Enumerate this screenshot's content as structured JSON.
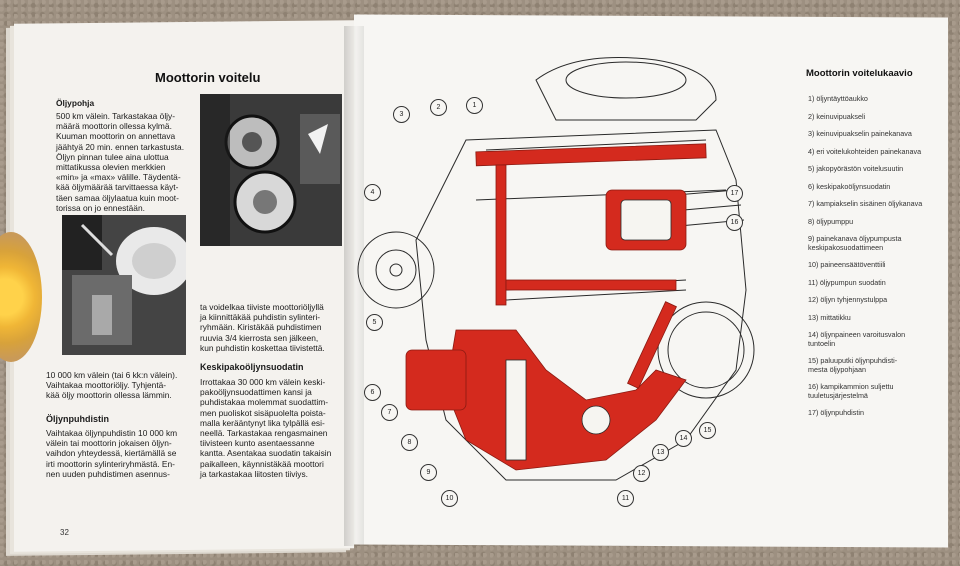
{
  "left_page": {
    "title": "Moottorin voitelu",
    "sections": {
      "oljypohja_heading": "Öljypohja",
      "oljypohja_body_lines": [
        "500 km välein. Tarkastakaa öljy-",
        "määrä moottorin ollessa kylmä.",
        "Kuuman moottorin on annettava",
        "jäähtyä 20 min. ennen tarkastusta.",
        "Öljyn pinnan tulee aina ulottua",
        "mittatikussa olevien merkkien",
        "«min» ja «max» välille. Täydentä-",
        "kää öljymäärää tarvittaessa käyt-",
        "täen samaa öljylaatua kuin moot-",
        "torissa on jo ennestään."
      ],
      "ten_thousand_lines": [
        "10 000 km välein (tai 6 kk:n välein).",
        "Vaihtakaa moottoriöljy. Tyhjentä-",
        "kää öljy moottorin ollessa lämmin."
      ],
      "oljynpuhdistin_heading": "Öljynpuhdistin",
      "oljynpuhdistin_lines": [
        "Vaihtakaa öljynpuhdistin 10 000 km",
        "välein tai moottorin jokaisen öljyn-",
        "vaihdon yhteydessä, kiertämällä se",
        "irti moottorin sylinteriryhmästä. En-",
        "nen uuden puhdistimen asennus-"
      ],
      "continued_lines": [
        "ta voidelkaa tiiviste moottoriöljyllä",
        "ja kiinnittäkää puhdistin sylinteri-",
        "ryhmään. Kiristäkää puhdistimen",
        "ruuvia 3/4 kierrosta sen jälkeen,",
        "kun puhdistin koskettaa tiivistettä."
      ],
      "keski_heading": "Keskipakoöljynsuodatin",
      "keski_lines": [
        "Irrottakaa 30 000 km välein keski-",
        "pakoöljynsuodattimen kansi ja",
        "puhdistakaa molemmat suodattim-",
        "men puoliskot sisäpuolelta poista-",
        "malla kerääntynyt lika tylpällä esi-",
        "neellä. Tarkastakaa rengasmainen",
        "tiivisteen kunto asentaessanne",
        "kantta. Asentakaa suodatin takaisin",
        "paikalleen, käynnistäkää moottori",
        "ja tarkastakaa liitosten tiiviys."
      ]
    },
    "page_number": "32"
  },
  "right_page": {
    "title": "Moottorin voitelukaavio",
    "legend": [
      "1) öljyntäyttöaukko",
      "2) keinuvipuakseli",
      "3) keinuvipuakselin painekanava",
      "4) eri voitelukohteiden painekanava",
      "5) jakopyörästön voitelusuutin",
      "6) keskipakoöljynsuodatin",
      "7) kampiakselin sisäinen öljykanava",
      "8) öljypumppu",
      "9) painekanava öljypumpusta\nkeskipakosuodattimeen",
      "10) paineensäätöventtiili",
      "11) öljypumpun suodatin",
      "12) öljyn tyhjennystulppa",
      "13) mittatikku",
      "14) öljynpaineen varoitusvalon\ntuntoelin",
      "15) paluuputki öljynpuhdisti-\nmesta öljypohjaan",
      "16) kampikammion suljettu\ntuuletusjärjestelmä",
      "17) öljynpuhdistin"
    ],
    "callouts": [
      "1",
      "2",
      "3",
      "4",
      "5",
      "6",
      "7",
      "8",
      "9",
      "10",
      "11",
      "12",
      "13",
      "14",
      "15",
      "16",
      "17"
    ]
  },
  "colors": {
    "oil_red": "#d42a1e",
    "page": "#f6f5f1",
    "ink": "#1b1b1b"
  }
}
